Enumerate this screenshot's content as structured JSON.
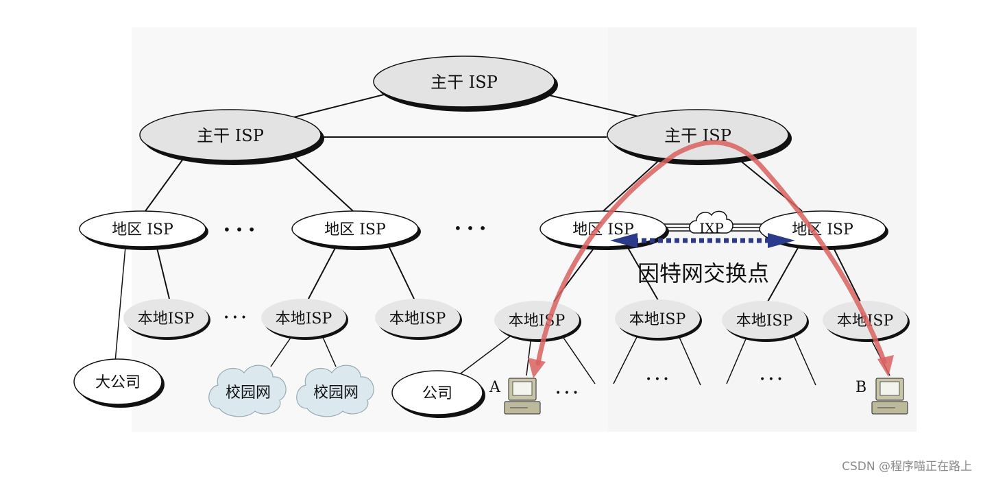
{
  "nodes": {
    "backbone_top": "主干 ISP",
    "backbone_left": "主干 ISP",
    "backbone_right": "主干 ISP",
    "regional_1": "地区 ISP",
    "regional_2": "地区 ISP",
    "regional_3": "地区 ISP",
    "regional_4": "地区 ISP",
    "local_1": "本地ISP",
    "local_2": "本地ISP",
    "local_3": "本地ISP",
    "local_4": "本地ISP",
    "local_5": "本地ISP",
    "local_6": "本地ISP",
    "local_7": "本地ISP",
    "big_company": "大公司",
    "campus_1": "校园网",
    "campus_2": "校园网",
    "company": "公司",
    "ixp": "IXP"
  },
  "labels": {
    "ixp_caption": "因特网交换点",
    "host_a": "A",
    "host_b": "B",
    "ellipsis_1": "• • •",
    "ellipsis_2": "• • •",
    "ellipsis_3": "• • •",
    "ellipsis_4": "• • •",
    "ellipsis_5": "• • •",
    "ellipsis_6": "• • •"
  },
  "watermark": "CSDN @程序喵正在路上",
  "colors": {
    "backbone_fill": "#e3e3e3",
    "regional_fill": "#ffffff",
    "local_fill": "#e6e6e6",
    "cloud_fill": "#dbe8ee",
    "path_red": "#d9625f",
    "ixp_arrow_blue": "#2b3a8a"
  }
}
